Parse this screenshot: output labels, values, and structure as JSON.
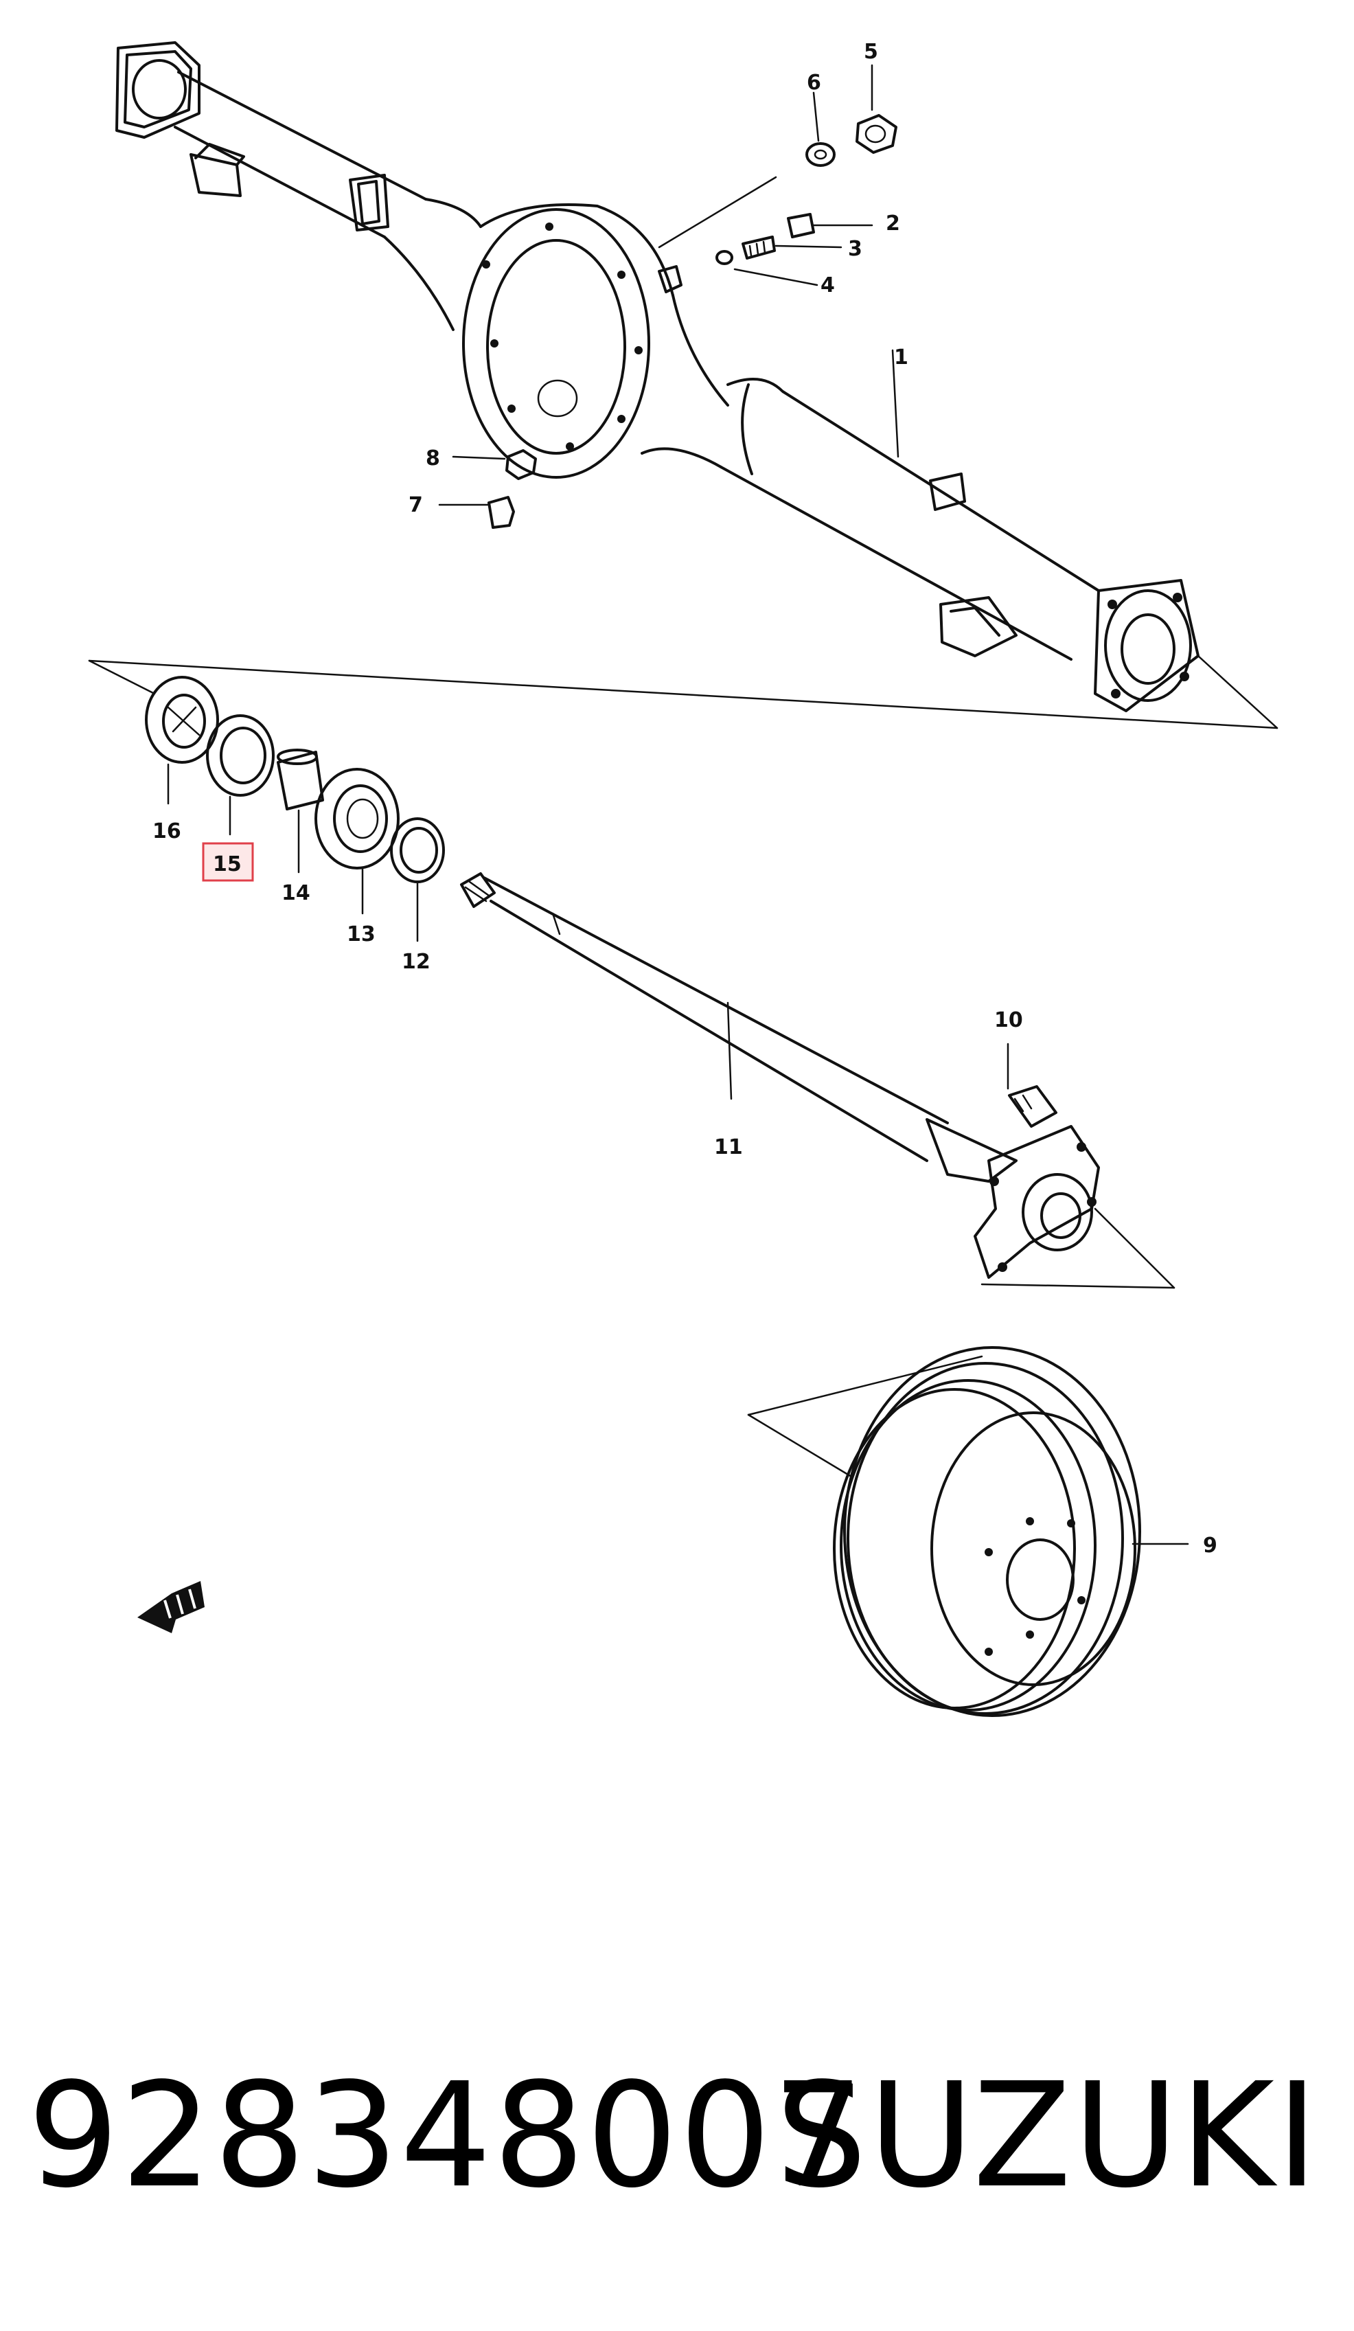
{
  "callouts": {
    "c1": "1",
    "c2": "2",
    "c3": "3",
    "c4": "4",
    "c5": "5",
    "c6": "6",
    "c7": "7",
    "c8": "8",
    "c9": "9",
    "c10": "10",
    "c11": "11",
    "c12": "12",
    "c13": "13",
    "c14": "14",
    "c15": "15",
    "c16": "16"
  },
  "highlighted_callout": "15",
  "colors": {
    "highlight_border": "#e0404a",
    "highlight_fill": "#fde8e8",
    "ink": "#111111"
  },
  "footer": {
    "part_number": "928348007",
    "brand": "SUZUKI"
  }
}
